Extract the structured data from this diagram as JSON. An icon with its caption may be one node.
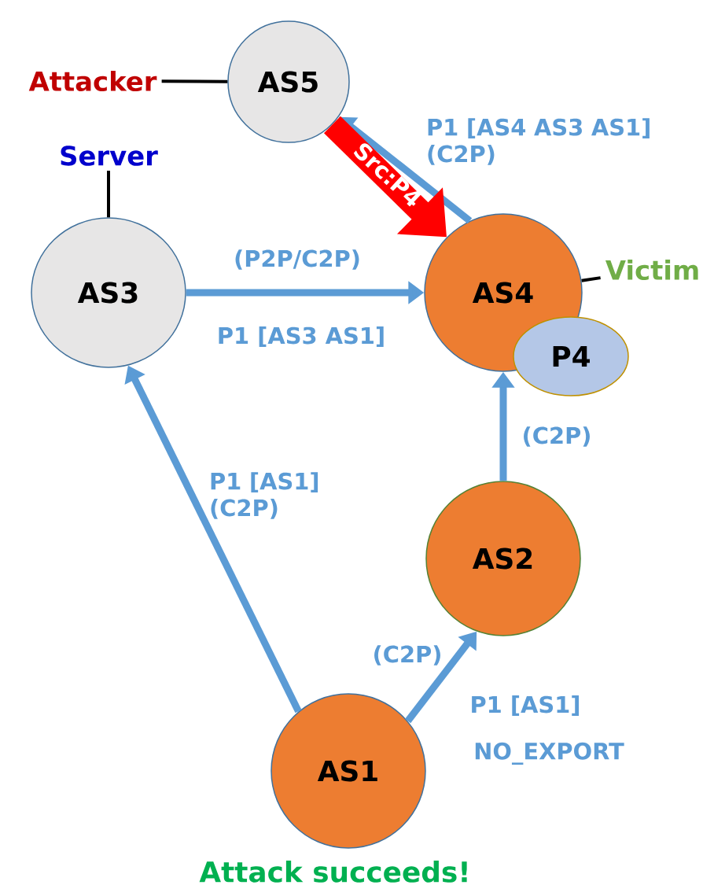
{
  "diagram": {
    "nodes": [
      {
        "text": [
          "AS5"
        ]
      },
      {
        "text": [
          "AS3"
        ]
      },
      {
        "text": [
          "AS4"
        ]
      },
      {
        "text": [
          "P4"
        ]
      },
      {
        "text": [
          "AS2"
        ]
      },
      {
        "text": [
          "AS1"
        ],
        "beside": [
          "Attack succeeds!"
        ]
      },
      {
        "text": [
          "Attacker"
        ]
      },
      {
        "text": [
          "Server"
        ]
      },
      {
        "text": [
          "Victim"
        ]
      }
    ],
    "edges": [
      {
        "from": 6,
        "to": 0,
        "arrow": "none",
        "color": "#000000"
      },
      {
        "from": 7,
        "to": 1,
        "arrow": "none",
        "color": "#000000"
      },
      {
        "from": 2,
        "to": 8,
        "arrow": "none",
        "color": "#000000"
      },
      {
        "from": 2,
        "to": 0,
        "arrow": "to",
        "label": "P1 [AS4 AS3 AS1] (C2P)"
      },
      {
        "from": 0,
        "to": 2,
        "arrow": "to",
        "style": "thick",
        "color": "#ff0000",
        "label": "Src:P4"
      },
      {
        "from": 1,
        "to": 2,
        "arrow": "to",
        "label": "(P2P/C2P)"
      },
      {
        "from": 4,
        "to": 2,
        "arrow": "to",
        "label": "(C2P)"
      },
      {
        "from": 5,
        "to": 1,
        "arrow": "to",
        "label": "P1 [AS1] (C2P)"
      },
      {
        "from": 5,
        "to": 4,
        "arrow": "to",
        "label": "(C2P)"
      }
    ],
    "labels": [
      "P1 [AS3 AS1]",
      "P1 [AS1]",
      "NO_EXPORT"
    ]
  }
}
